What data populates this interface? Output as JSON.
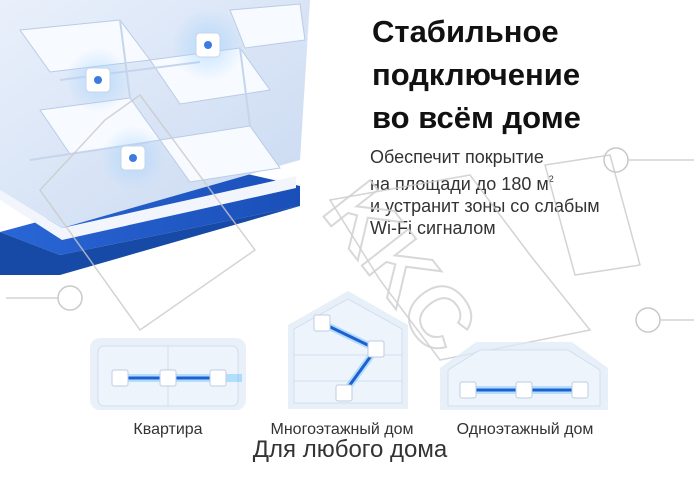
{
  "headline": {
    "line1": "Стабильное",
    "line2": "подключение",
    "line3": "во всём доме"
  },
  "description": {
    "line1": "Обеспечит покрытие",
    "line2_text": "на площади до 180 м",
    "line2_sup": "2",
    "line3": "и устранит зоны со слабым",
    "line4": "Wi-Fi сигналом"
  },
  "watermark": "KKC",
  "houses": [
    {
      "label": "Квартира"
    },
    {
      "label": "Многоэтажный дом"
    },
    {
      "label": "Одноэтажный дом"
    }
  ],
  "footer": {
    "caption": "Для любого дома"
  },
  "colors": {
    "accent_blue": "#1f5fcf",
    "link_glow": "#3fb4ff",
    "building_light": "#dfe9f7"
  }
}
